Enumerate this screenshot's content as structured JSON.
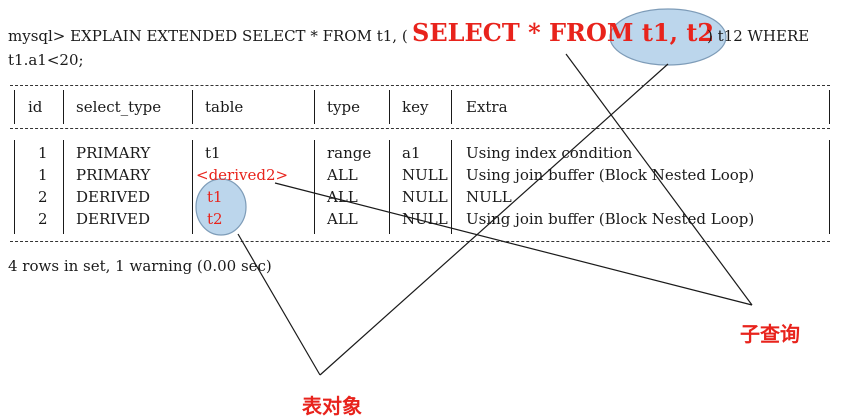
{
  "command": {
    "prompt_prefix": "mysql> EXPLAIN EXTENDED SELECT * FROM t1, (",
    "subquery_head": "SELECT * FROM ",
    "subquery_tables": "t1, t2",
    "suffix": ") t12 WHERE",
    "line2": "t1.a1<20;"
  },
  "table": {
    "columns": [
      "id",
      "select_type",
      "table",
      "type",
      "key",
      "Extra"
    ],
    "rows": [
      {
        "id": "1",
        "select_type": "PRIMARY",
        "table": "t1",
        "type": "range",
        "key": "a1",
        "extra": "Using index condition"
      },
      {
        "id": "1",
        "select_type": "PRIMARY",
        "table": "<derived2>",
        "type": "ALL",
        "key": "NULL",
        "extra": "Using join buffer (Block Nested Loop)"
      },
      {
        "id": "2",
        "select_type": "DERIVED",
        "table": "t1",
        "type": "ALL",
        "key": "NULL",
        "extra": "NULL"
      },
      {
        "id": "2",
        "select_type": "DERIVED",
        "table": "t2",
        "type": "ALL",
        "key": "NULL",
        "extra": "Using join buffer (Block Nested Loop)"
      }
    ]
  },
  "footer": "4 rows in set, 1 warning (0.00 sec)",
  "annotations": {
    "subquery_label": "子查询",
    "table_object_label": "表对象"
  },
  "colors": {
    "accent_red": "#e8231c",
    "highlight_fill": "#bcd6ec",
    "text": "#1a1a1a"
  }
}
